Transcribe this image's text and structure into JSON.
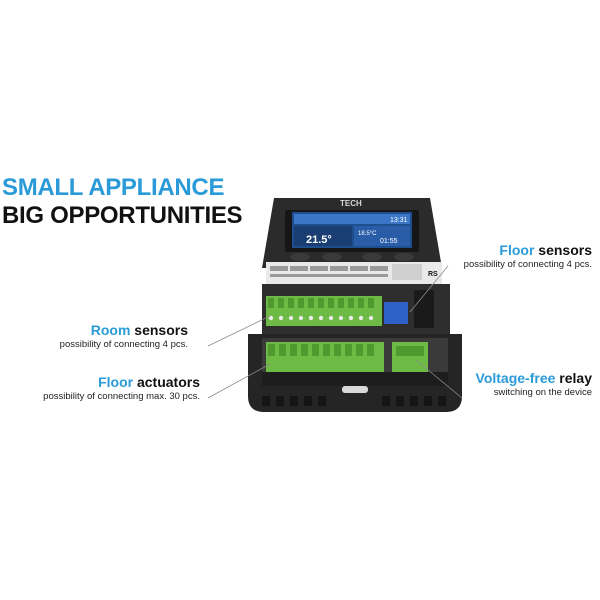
{
  "headline": {
    "line1": "SMALL APPLIANCE",
    "line2": "BIG OPPORTUNITIES"
  },
  "callouts": {
    "floor_sensors": {
      "accent": "Floor",
      "rest": " sensors",
      "subtitle": "possibility of connecting 4 pcs."
    },
    "room_sensors": {
      "accent": "Room",
      "rest": " sensors",
      "subtitle": "possibility of connecting 4 pcs."
    },
    "floor_actuators": {
      "accent": "Floor",
      "rest": " actuators",
      "subtitle": "possibility of connecting max. 30 pcs."
    },
    "relay": {
      "accent": "Voltage-free",
      "rest": " relay",
      "subtitle": "switching on the device"
    }
  },
  "device": {
    "brand": "TECH",
    "screen": {
      "time": "13:31",
      "temp_main": "21.5°",
      "temp_small": "18.5°C",
      "time2": "01:55"
    },
    "rs_label": "RS"
  },
  "colors": {
    "accent": "#2a9bd8",
    "text_dark": "#111111",
    "device_body": "#2b2b2b",
    "terminal_green": "#6dbb45",
    "relay_blue": "#2f62c9"
  }
}
